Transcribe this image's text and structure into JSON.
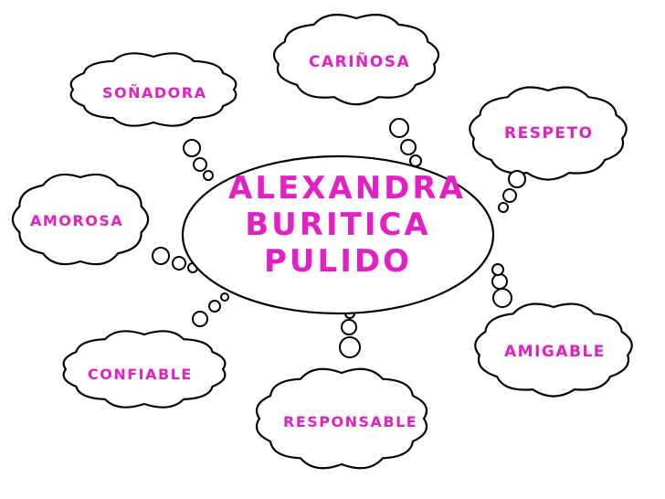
{
  "diagram": {
    "center": {
      "lines": [
        "ALEXANDRA",
        "BURITICA",
        "PULIDO"
      ],
      "color": "#e31fc5"
    },
    "nodes": [
      {
        "label": "CARIÑOSA"
      },
      {
        "label": "SOÑADORA"
      },
      {
        "label": "RESPETO"
      },
      {
        "label": "AMOROSA"
      },
      {
        "label": "AMIGABLE"
      },
      {
        "label": "CONFIABLE"
      },
      {
        "label": "RESPONSABLE"
      }
    ],
    "label_color": "#e31fc5"
  }
}
